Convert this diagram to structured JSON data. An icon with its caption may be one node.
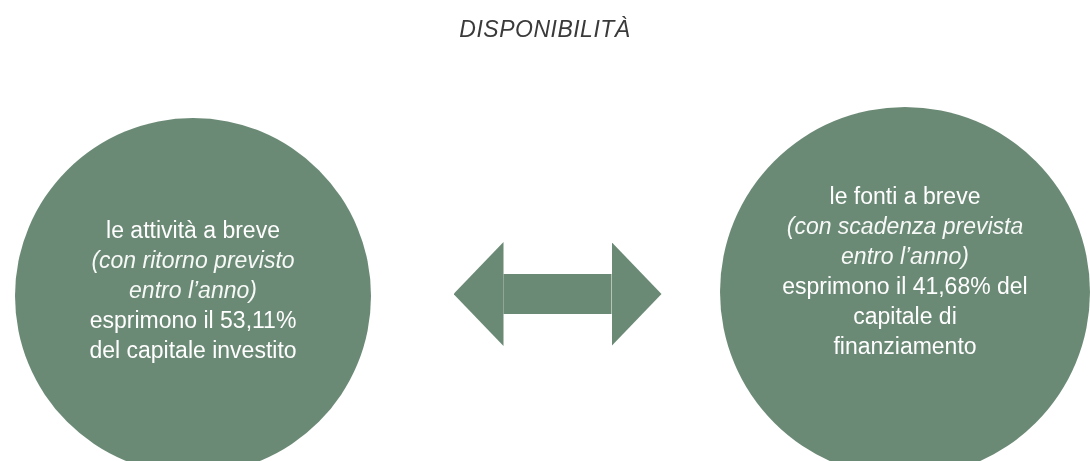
{
  "diagram": {
    "title": "DISPONIBILITÀ",
    "nodes": [
      {
        "text": [
          "le attività a breve",
          "(con ritorno previsto entro l’anno)",
          "esprimono il 53,11% del capitale investito"
        ]
      },
      {
        "text": [
          "le fonti a breve",
          "(con scadenza prevista entro l’anno)",
          "esprimono il 41,68% del capitale di finanziamento"
        ]
      }
    ],
    "edges": [
      {
        "from": 0,
        "to": 1,
        "arrow": "both"
      }
    ]
  }
}
